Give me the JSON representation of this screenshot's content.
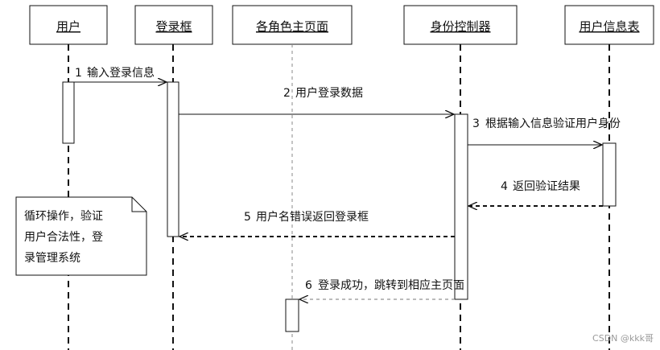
{
  "participants": [
    {
      "id": "user",
      "label": "用户"
    },
    {
      "id": "login_box",
      "label": "登录框"
    },
    {
      "id": "role_pages",
      "label": "各角色主页面"
    },
    {
      "id": "identity_controller",
      "label": "身份控制器"
    },
    {
      "id": "user_table",
      "label": "用户信息表"
    }
  ],
  "messages": [
    {
      "number": "1",
      "text": "输入登录信息",
      "style": "solid"
    },
    {
      "number": "2",
      "text": "用户登录数据",
      "style": "solid"
    },
    {
      "number": "3",
      "text": "根据输入信息验证用户身份",
      "style": "solid"
    },
    {
      "number": "4",
      "text": "返回验证结果",
      "style": "dashed"
    },
    {
      "number": "5",
      "text": "用户名错误返回登录框",
      "style": "dashed"
    },
    {
      "number": "6",
      "text": "登录成功，跳转到相应主页面",
      "style": "dashed"
    }
  ],
  "note": {
    "lines": [
      "循环操作，验证",
      "用户合法性，登",
      "录管理系统"
    ]
  },
  "watermark": "CSDN @kkk哥"
}
